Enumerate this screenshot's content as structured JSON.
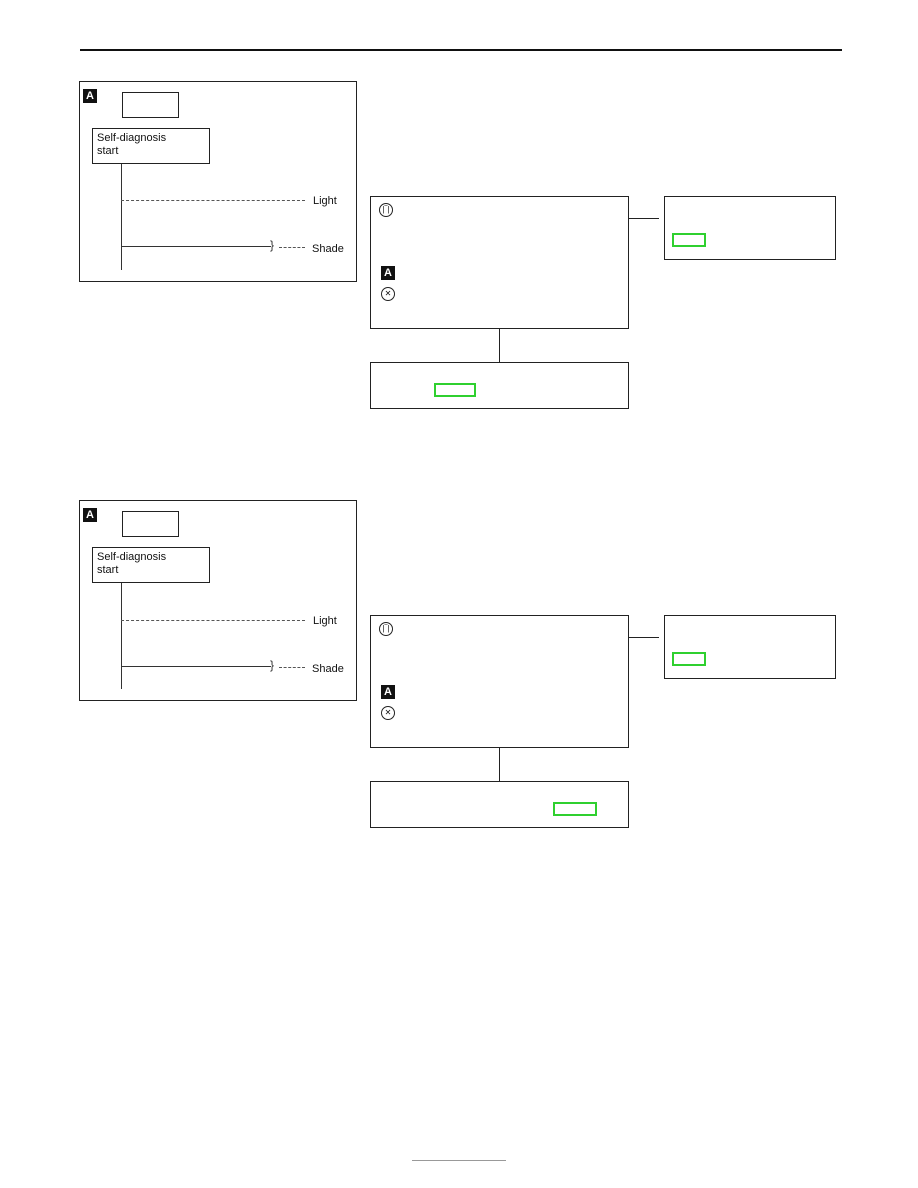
{
  "diagrams": [
    {
      "badge": "A",
      "start_label": "Self-diagnosis\nstart",
      "light_label": "Light",
      "shade_label": "Shade"
    },
    {
      "badge": "A",
      "start_label": "Self-diagnosis\nstart",
      "light_label": "Light",
      "shade_label": "Shade"
    }
  ],
  "flows": [
    {
      "main_badge": "A",
      "icons": [
        "ignition-key-icon",
        "engine-off-icon"
      ]
    },
    {
      "main_badge": "A",
      "icons": [
        "ignition-key-icon",
        "engine-off-icon"
      ]
    }
  ],
  "colors": {
    "highlight": "#2fd02f",
    "line": "#222222"
  }
}
